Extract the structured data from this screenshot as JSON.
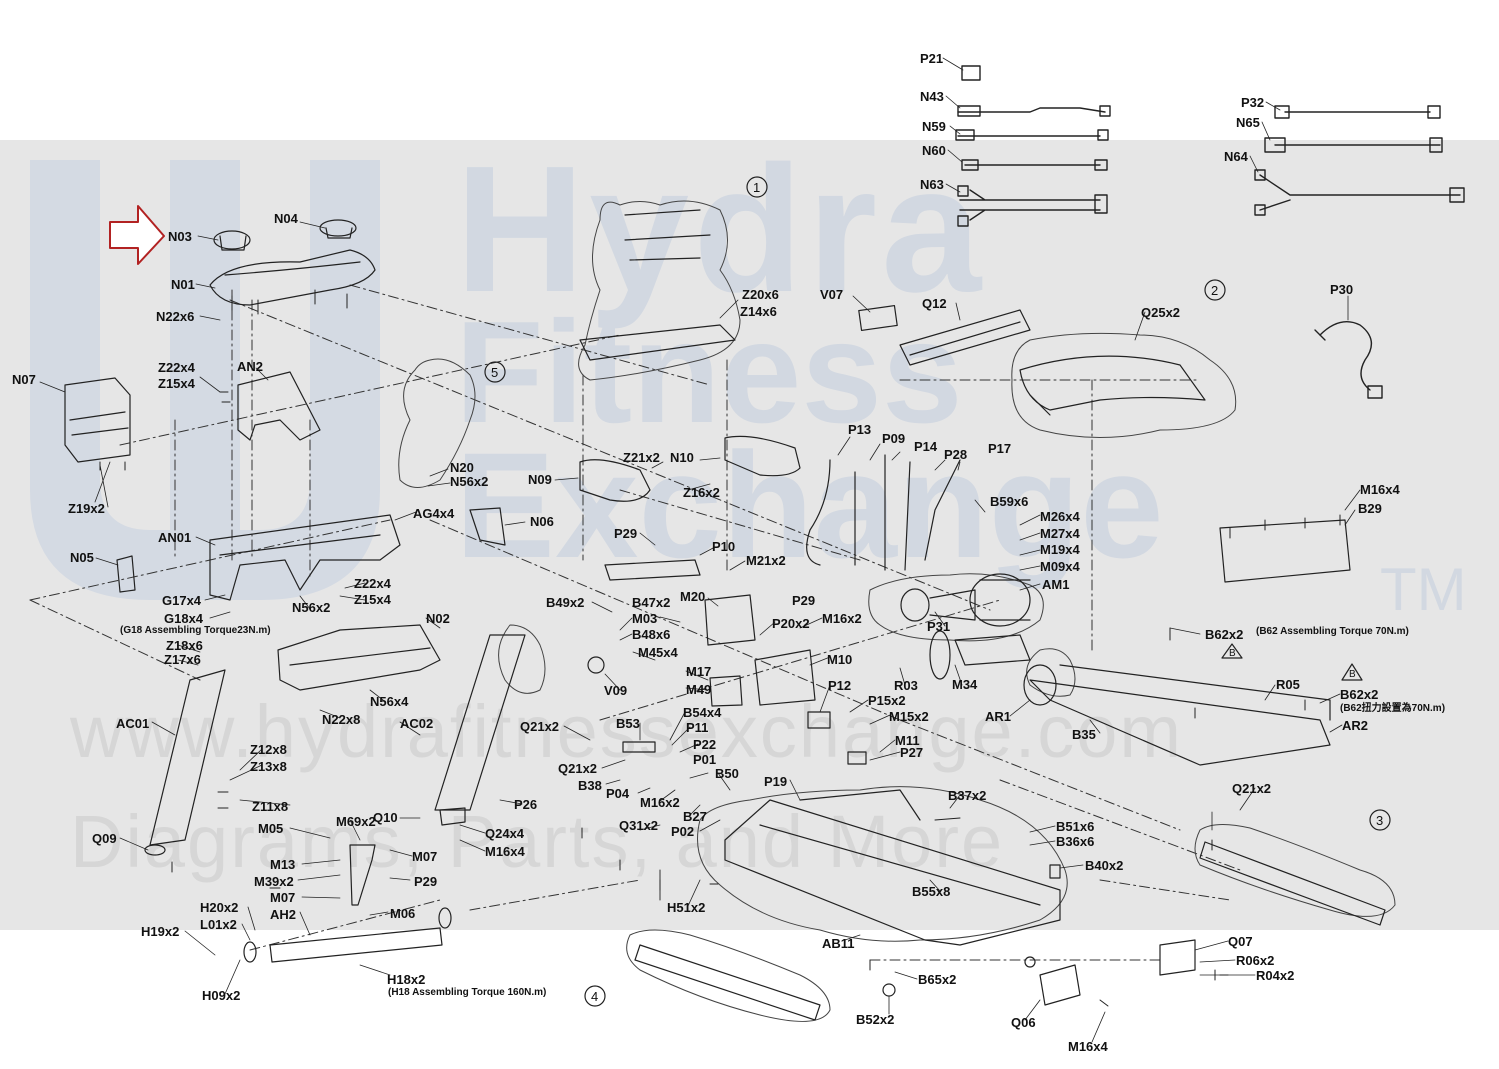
{
  "watermark": {
    "line1": "Hydra",
    "line2": "Fitness",
    "line3": "Exchange",
    "trademark": "TM",
    "url": "www.hydrafitnessexchange.com",
    "tagline": "Diagrams, Parts, and More"
  },
  "callouts": [
    "1",
    "2",
    "3",
    "4",
    "5"
  ],
  "triangle_marks": [
    "B",
    "B"
  ],
  "part_labels": [
    "P21",
    "N43",
    "N59",
    "N60",
    "N63",
    "P32",
    "N65",
    "N64",
    "N03",
    "N04",
    "N01",
    "N22x6",
    "V07",
    "Q12",
    "Q25x2",
    "P30",
    "Z20x6",
    "Z14x6",
    "N07",
    "Z22x4",
    "Z15x4",
    "AN2",
    "P13",
    "P09",
    "P14",
    "P28",
    "P17",
    "Z21x2",
    "N10",
    "N09",
    "Z16x2",
    "N20",
    "N56x2",
    "Z19x2",
    "AG4x4",
    "N06",
    "B59x6",
    "M26x4",
    "M27x4",
    "M19x4",
    "M09x4",
    "AN01",
    "P29",
    "P10",
    "M21x2",
    "N05",
    "Z22x4",
    "Z15x4",
    "AM1",
    "M16x4",
    "B29",
    "G17x4",
    "G18x4",
    "N56x2",
    "B49x2",
    "B47x2",
    "M03",
    "B48x6",
    "M20",
    "P29",
    "Z18x6",
    "Z17x6",
    "N02",
    "M16x2",
    "P20x2",
    "P31",
    "B62x2",
    "M45x4",
    "M10",
    "M17",
    "M49",
    "V09",
    "R03",
    "M34",
    "N56x4",
    "N22x8",
    "AC01",
    "AC02",
    "P12",
    "P15x2",
    "M15x2",
    "R05",
    "B62x2",
    "AR2",
    "Q21x2",
    "B53",
    "B54x4",
    "P11",
    "P22",
    "AR1",
    "B35",
    "M11",
    "P27",
    "Z12x8",
    "Z13x8",
    "Q21x2",
    "P01",
    "B50",
    "B38",
    "P04",
    "P19",
    "Z11x8",
    "P26",
    "B37x2",
    "Q21x2",
    "Q10",
    "M16x2",
    "B27",
    "Q09",
    "M05",
    "M69x2",
    "Q24x4",
    "M16x4",
    "Q31x2",
    "P02",
    "B51x6",
    "B36x6",
    "M07",
    "M13",
    "M39x2",
    "P29",
    "B40x2",
    "M07",
    "H20x2",
    "L01x2",
    "AH2",
    "M06",
    "H51x2",
    "B55x8",
    "H19x2",
    "AB11",
    "Q07",
    "R06x2",
    "R04x2",
    "H09x2",
    "H18x2",
    "B65x2",
    "B52x2",
    "Q06",
    "M16x4"
  ],
  "notes": {
    "g18": "(G18 Assembling Torque23N.m)",
    "b62": "(B62 Assembling Torque 70N.m)",
    "b62_cn": "(B62扭力設置為70N.m)",
    "h18": "(H18 Assembling Torque 160N.m)"
  },
  "colors": {
    "band": "#e6e6e6",
    "watermark": "#d2d8e1",
    "line": "#222222",
    "arrow": "#b22222"
  },
  "icons": [
    "pointer-arrow-icon",
    "hydra-logo-icon"
  ]
}
